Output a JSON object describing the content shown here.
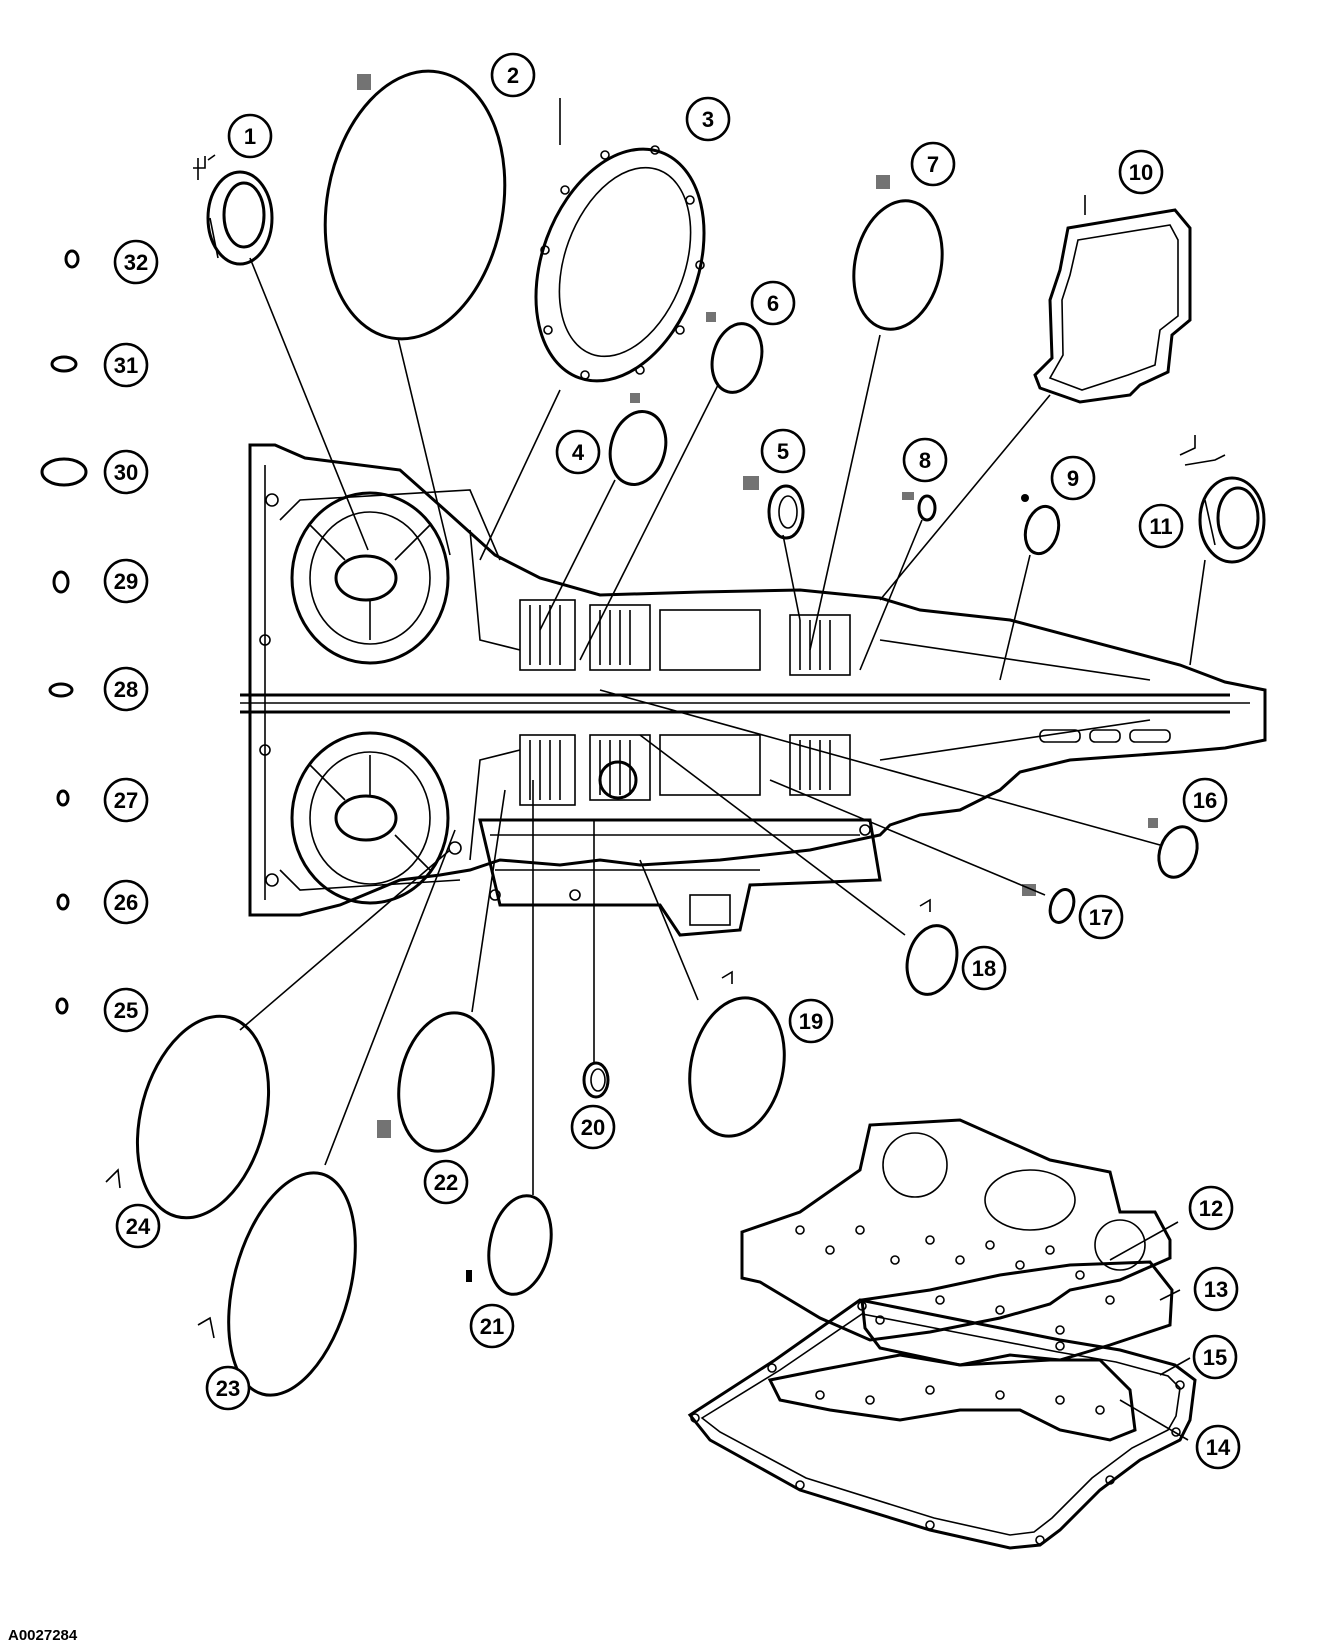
{
  "figure_id": "A0027284",
  "callouts": [
    {
      "id": 1,
      "label": "1"
    },
    {
      "id": 2,
      "label": "2"
    },
    {
      "id": 3,
      "label": "3"
    },
    {
      "id": 4,
      "label": "4"
    },
    {
      "id": 5,
      "label": "5"
    },
    {
      "id": 6,
      "label": "6"
    },
    {
      "id": 7,
      "label": "7"
    },
    {
      "id": 8,
      "label": "8"
    },
    {
      "id": 9,
      "label": "9"
    },
    {
      "id": 10,
      "label": "10"
    },
    {
      "id": 11,
      "label": "11"
    },
    {
      "id": 12,
      "label": "12"
    },
    {
      "id": 13,
      "label": "13"
    },
    {
      "id": 14,
      "label": "14"
    },
    {
      "id": 15,
      "label": "15"
    },
    {
      "id": 16,
      "label": "16"
    },
    {
      "id": 17,
      "label": "17"
    },
    {
      "id": 18,
      "label": "18"
    },
    {
      "id": 19,
      "label": "19"
    },
    {
      "id": 20,
      "label": "20"
    },
    {
      "id": 21,
      "label": "21"
    },
    {
      "id": 22,
      "label": "22"
    },
    {
      "id": 23,
      "label": "23"
    },
    {
      "id": 24,
      "label": "24"
    },
    {
      "id": 25,
      "label": "25"
    },
    {
      "id": 26,
      "label": "26"
    },
    {
      "id": 27,
      "label": "27"
    },
    {
      "id": 28,
      "label": "28"
    },
    {
      "id": 29,
      "label": "29"
    },
    {
      "id": 30,
      "label": "30"
    },
    {
      "id": 31,
      "label": "31"
    },
    {
      "id": 32,
      "label": "32"
    }
  ]
}
